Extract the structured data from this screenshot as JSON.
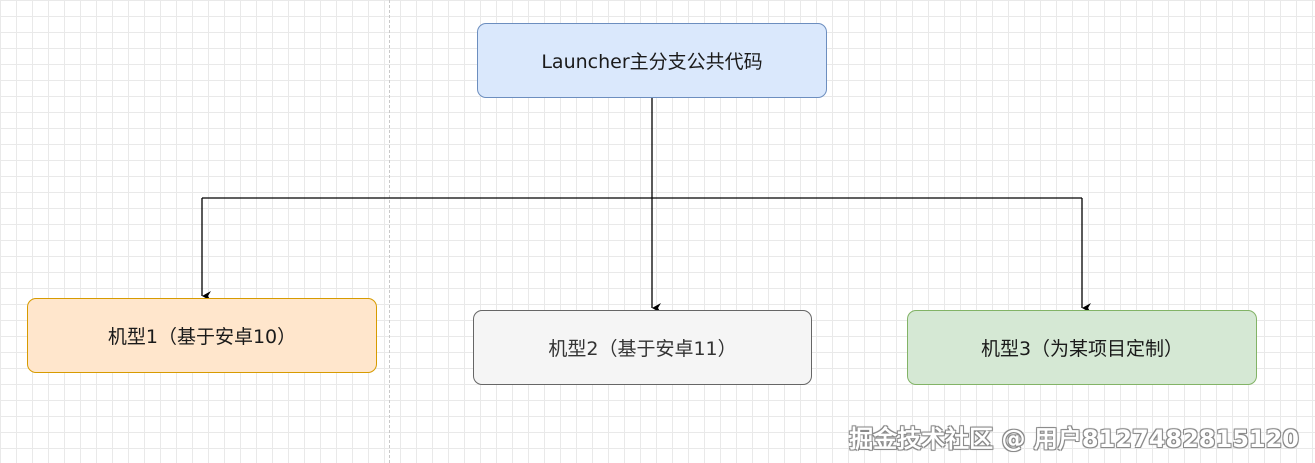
{
  "diagram": {
    "root": {
      "label": "Launcher主分支公共代码"
    },
    "children": [
      {
        "label": "机型1（基于安卓10）",
        "fill": "#ffe6cc",
        "stroke": "#d79b00"
      },
      {
        "label": "机型2（基于安卓11）",
        "fill": "#f5f5f5",
        "stroke": "#666666"
      },
      {
        "label": "机型3（为某项目定制）",
        "fill": "#d5e8d4",
        "stroke": "#82b366"
      }
    ],
    "root_colors": {
      "fill": "#dae8fc",
      "stroke": "#6c8ebf"
    },
    "edge_color": "#000000"
  },
  "watermark": {
    "text": "掘金技术社区 @ 用户8127482815120"
  }
}
